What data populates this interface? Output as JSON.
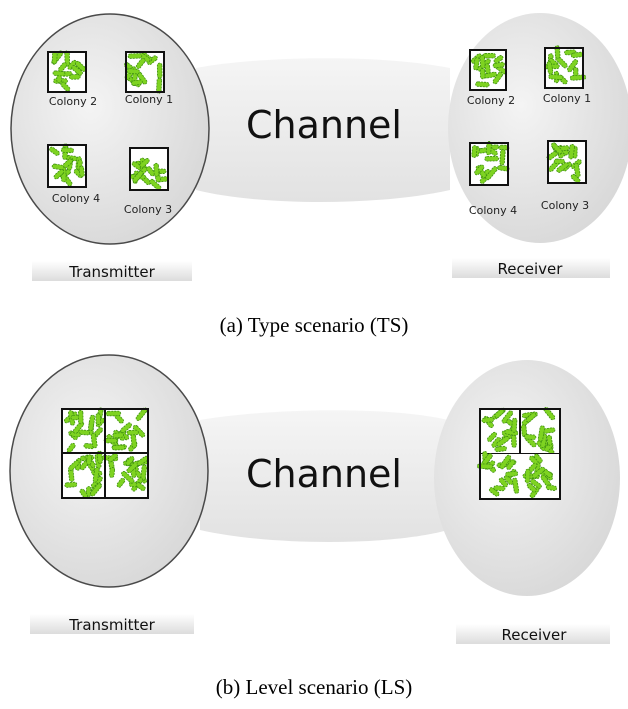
{
  "panels": [
    {
      "caption": "(a) Type scenario (TS)",
      "channel": "Channel",
      "transmitter": "Transmitter",
      "receiver": "Receiver",
      "transmitter_colonies": [
        "Colony 2",
        "Colony 1",
        "Colony 4",
        "Colony 3"
      ],
      "receiver_colonies": [
        "Colony 2",
        "Colony 1",
        "Colony 4",
        "Colony 3"
      ]
    },
    {
      "caption": "(b) Level scenario (LS)",
      "channel": "Channel",
      "transmitter": "Transmitter",
      "receiver": "Receiver"
    }
  ],
  "colors": {
    "bacteria_fill": "#7ed321",
    "bacteria_stroke": "#3f8f12",
    "node_fill": "#e2e2e2",
    "channel_fill": "#ececec"
  }
}
